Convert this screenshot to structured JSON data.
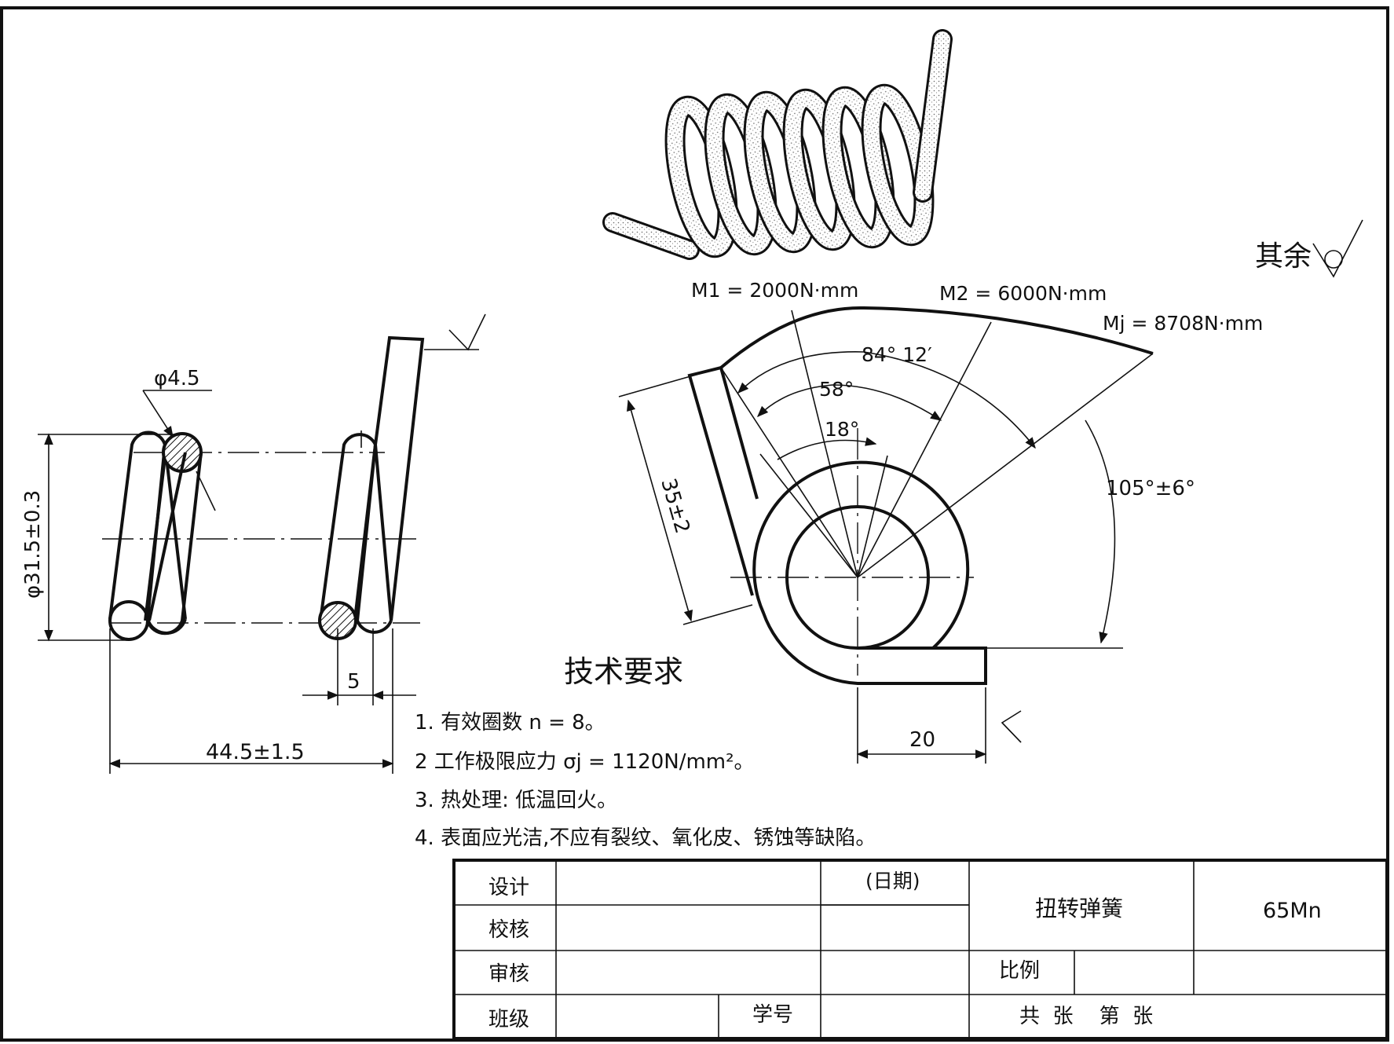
{
  "drawing": {
    "spring_name": "扭转弹簧",
    "material": "65Mn",
    "surface_roughness_note": "其余"
  },
  "dimensions": {
    "wire_diameter": "φ4.5",
    "outer_diameter": "φ31.5±0.3",
    "total_length": "44.5±1.5",
    "pitch": "5",
    "arm_length": "35±2",
    "hook_length": "20"
  },
  "load_diagram": {
    "m1": "M1 = 2000N·mm",
    "m2": "M2 = 6000N·mm",
    "mj": "Mj = 8708N·mm",
    "angle_mj": "84° 12′",
    "angle_m2": "58°",
    "angle_m1": "18°",
    "angle_free": "105°±6°"
  },
  "tech_requirements": {
    "title": "技术要求",
    "items": [
      "1. 有效圈数  n = 8。",
      "2  工作极限应力 σj = 1120N/mm²。",
      "3. 热处理: 低温回火。",
      "4. 表面应光洁,不应有裂纹、氧化皮、锈蚀等缺陷。"
    ]
  },
  "title_block": {
    "design": "设计",
    "check": "校核",
    "review": "审核",
    "class": "班级",
    "date": "(日期)",
    "student_no": "学号",
    "scale": "比例",
    "sheets": "共  张    第  张"
  }
}
